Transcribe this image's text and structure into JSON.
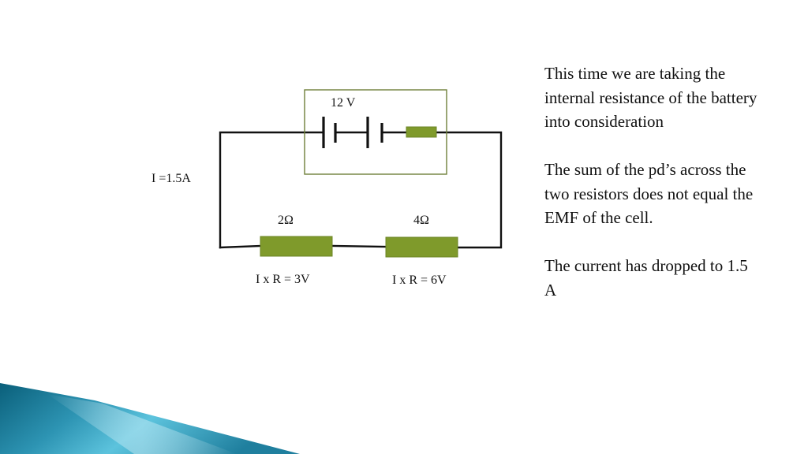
{
  "circuit": {
    "battery_label": "12 V",
    "current_label": "I =1.5A",
    "resistors": [
      {
        "resistance_label": "2Ω",
        "pd_label": "I x R = 3V"
      },
      {
        "resistance_label": "4Ω",
        "pd_label": "I x R = 6V"
      }
    ]
  },
  "explanation": {
    "paragraphs": [
      "This time we are taking the internal resistance of the battery into consideration",
      "The sum of the pd’s across the two resistors does not equal the EMF of the cell.",
      "The current has dropped to 1.5 A"
    ]
  },
  "colors": {
    "resistor_fill": "#7f9a2b",
    "resistor_stroke": "#6b8424",
    "battery_box_stroke": "#6f7f3a",
    "wire": "#111111",
    "decor_dark": "#0a5f7a",
    "decor_light": "#5cc3dd"
  }
}
